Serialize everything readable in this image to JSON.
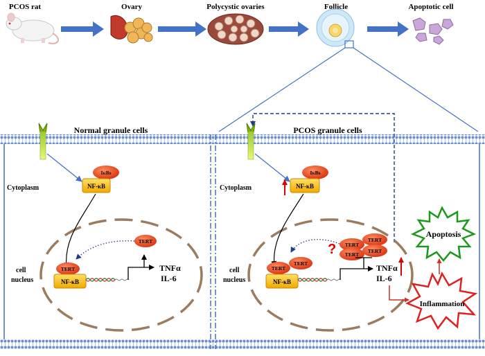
{
  "pipeline": {
    "pcos_rat": "PCOS rat",
    "ovary": "Ovary",
    "polycystic_ovaries": "Polycystic ovaries",
    "follicle": "Follicle",
    "apoptotic_cell": "Apoptotic cell"
  },
  "normal": {
    "title": "Normal granule cells",
    "cytoplasm": "Cytoplasm",
    "ikbs": "IκBs",
    "nfkb": "NF-κB",
    "tert_free": "TERT",
    "tert_bound": "TERT",
    "nfkb_nucleus": "NF-κB",
    "nucleus_line1": "cell",
    "nucleus_line2": "nucleus",
    "tnf": "TNFα",
    "il6": "IL-6"
  },
  "pcos": {
    "title": "PCOS granule cells",
    "cytoplasm": "Cytoplasm",
    "ikbs": "IκBs",
    "nfkb": "NF-κB",
    "tert_cluster": [
      "TERT",
      "TERT",
      "TERT",
      "TERT"
    ],
    "tert_bound_1": "TERT",
    "tert_bound_2": "TERT",
    "question": "?",
    "nfkb_nucleus": "NF-κB",
    "nucleus_line1": "cell",
    "nucleus_line2": "nucleus",
    "tnf": "TNFα",
    "il6": "IL-6",
    "apoptosis": "Apoptosis",
    "inflammation": "Inflammation"
  },
  "colors": {
    "arrow_blue": "#4472c4",
    "membrane_blue": "#6a8fd0",
    "nfkb_yellow": "#f5b800",
    "tert_red": "#e8461e",
    "nucleus_brown": "#9c7b5e",
    "up_red": "#e00000",
    "apoptosis_green": "#1a9a1a",
    "inflammation_red": "#e02020"
  }
}
